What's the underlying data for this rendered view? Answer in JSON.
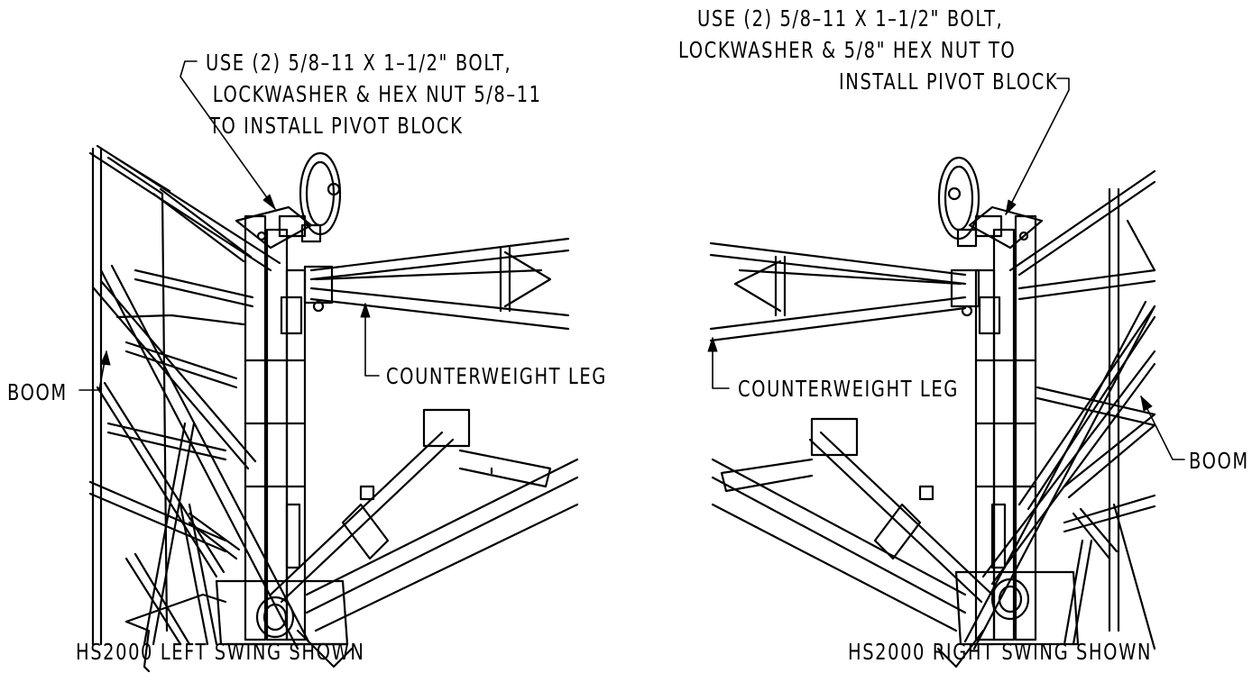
{
  "left_view": {
    "callout_bolt": [
      "USE (2) 5/8–11 X 1–1/2\" BOLT,",
      " LOCKWASHER & HEX NUT 5/8–11",
      "TO INSTALL PIVOT BLOCK"
    ],
    "callout_counterweight": "COUNTERWEIGHT LEG",
    "callout_boom": "BOOM",
    "caption": "HS2000 LEFT SWING SHOWN"
  },
  "right_view": {
    "callout_bolt": [
      "USE (2) 5/8–11 X 1–1/2\" BOLT,",
      "LOCKWASHER & 5/8\" HEX NUT TO",
      "INSTALL PIVOT BLOCK"
    ],
    "callout_counterweight": "COUNTERWEIGHT LEG",
    "callout_boom": "BOOM",
    "caption": "HS2000 RIGHT SWING SHOWN"
  }
}
